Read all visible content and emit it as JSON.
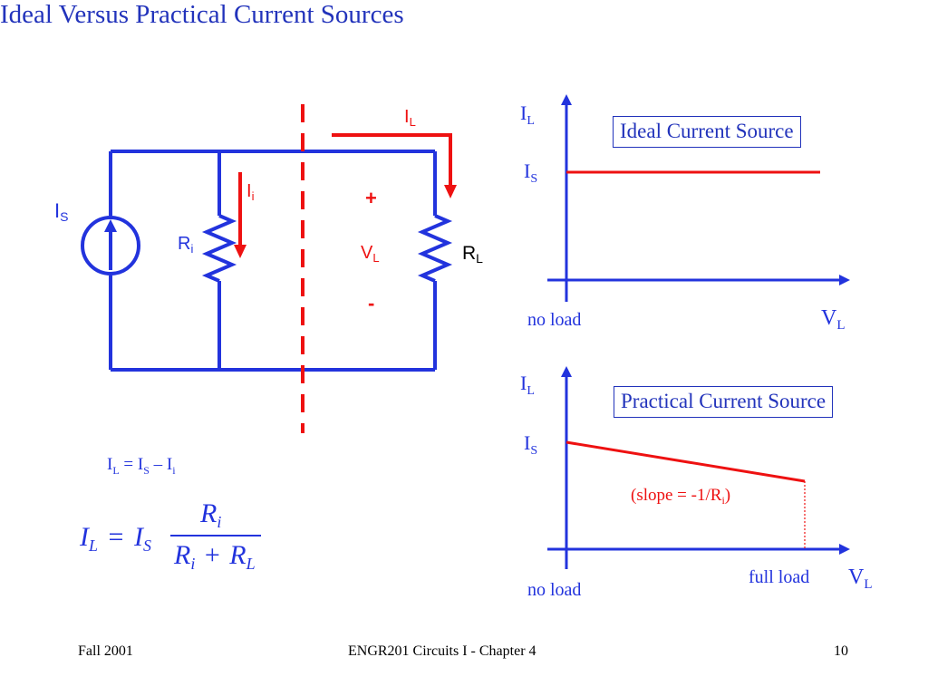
{
  "slide": {
    "title": "Ideal Versus Practical Current Sources"
  },
  "circuit": {
    "source_label": {
      "main": "I",
      "sub": "S"
    },
    "internal_resistor": {
      "main": "R",
      "sub": "i"
    },
    "internal_current": {
      "main": "I",
      "sub": "i"
    },
    "load_current": {
      "main": "I",
      "sub": "L"
    },
    "load_voltage": {
      "main": "V",
      "sub": "L"
    },
    "plus_sign": "+",
    "minus_sign": "-",
    "load_resistor": {
      "main": "R",
      "sub": "L"
    }
  },
  "equations": {
    "eq1": {
      "il": "I",
      "il_sub": "L",
      "eq": "=",
      "is": "I",
      "is_sub": "S",
      "minus": "–",
      "ii": "I",
      "ii_sub": "i"
    },
    "eq2": {
      "lhs": "I",
      "lhs_sub": "L",
      "eq": "=",
      "is": "I",
      "is_sub": "S",
      "num": "R",
      "num_sub": "i",
      "den_r1": "R",
      "den_r1_sub": "i",
      "plus": "+",
      "den_r2": "R",
      "den_r2_sub": "L"
    }
  },
  "graph_ideal": {
    "label": "Ideal Current Source",
    "y_axis": {
      "main": "I",
      "sub": "L"
    },
    "x_axis": {
      "main": "V",
      "sub": "L"
    },
    "level": {
      "main": "I",
      "sub": "S"
    },
    "origin_label": "no load"
  },
  "graph_practical": {
    "label": "Practical Current Source",
    "y_axis": {
      "main": "I",
      "sub": "L"
    },
    "x_axis": {
      "main": "V",
      "sub": "L"
    },
    "level": {
      "main": "I",
      "sub": "S"
    },
    "slope_label": {
      "pre": "(slope = -1/R",
      "sub": "i",
      "post": ")"
    },
    "origin_label": "no load",
    "end_label": "full load"
  },
  "footer": {
    "left": "Fall 2001",
    "center": "ENGR201 Circuits I - Chapter 4",
    "right": "10"
  },
  "colors": {
    "blue": "#2233dd",
    "red": "#ee1111",
    "title": "#2233bb"
  },
  "icons": {
    "current_source": "circle-with-up-arrow",
    "resistor": "zigzag-resistor"
  }
}
